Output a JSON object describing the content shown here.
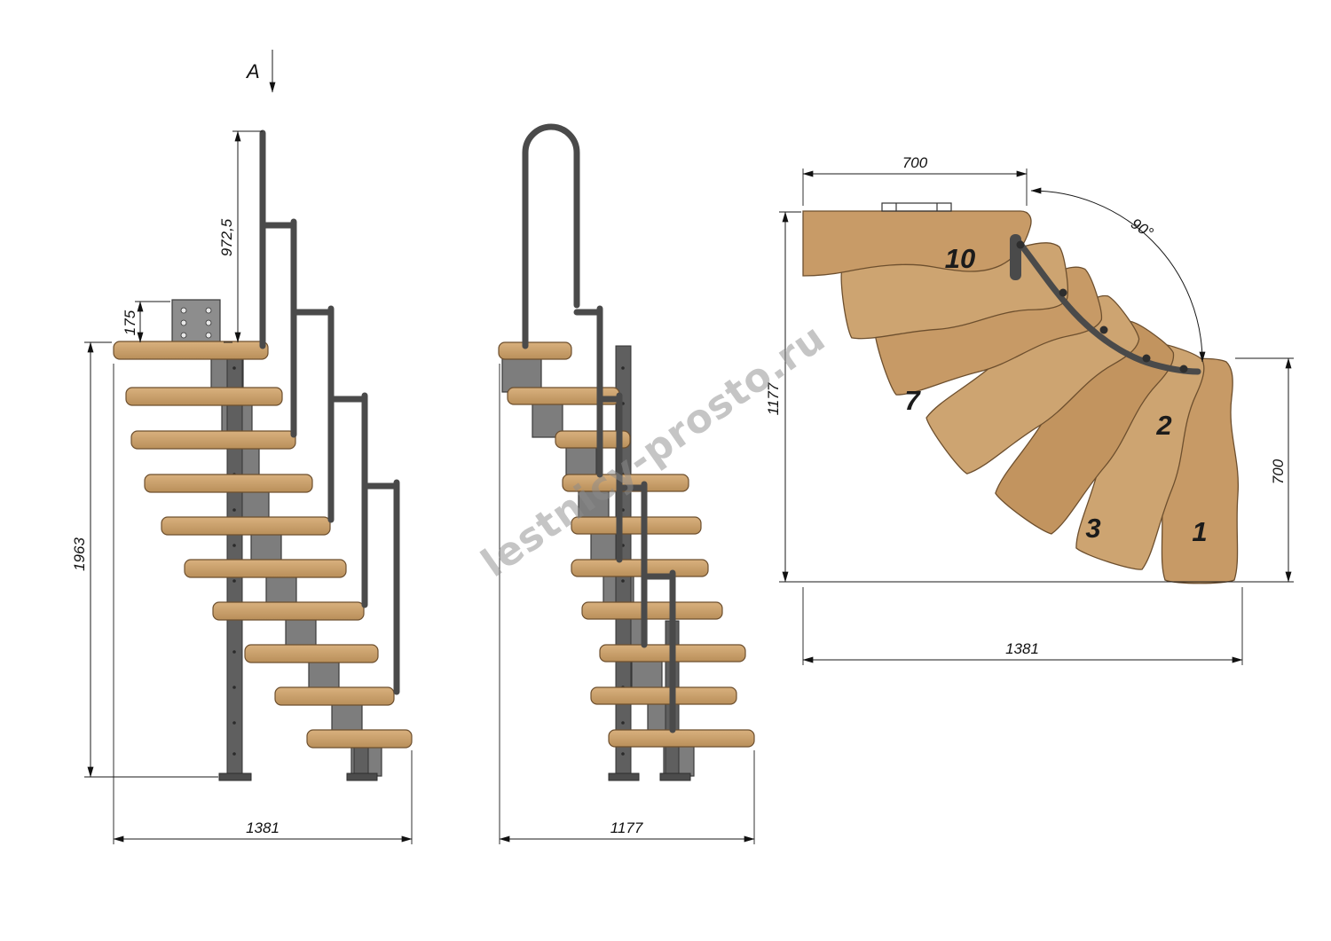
{
  "views": {
    "side": {
      "section_label": "A",
      "dim_rail_height": "972,5",
      "dim_plate": "175",
      "dim_total_height": "1963",
      "dim_width": "1381"
    },
    "front": {
      "dim_width": "1177"
    },
    "plan": {
      "dim_top": "700",
      "dim_angle": "90°",
      "dim_left": "1177",
      "dim_right": "700",
      "dim_bottom": "1381",
      "labels": {
        "t10": "10",
        "t7": "7",
        "t2": "2",
        "t3": "3",
        "t1": "1"
      }
    }
  },
  "watermark": "lestnicy-prosto.ru",
  "colors": {
    "wood": "#c89b67",
    "wood_dark": "#6d4f2e",
    "metal": "#7d7d7d",
    "metal_dark": "#4a4a4a",
    "line": "#1a1a1a",
    "watermark": "#8c8c8c"
  }
}
